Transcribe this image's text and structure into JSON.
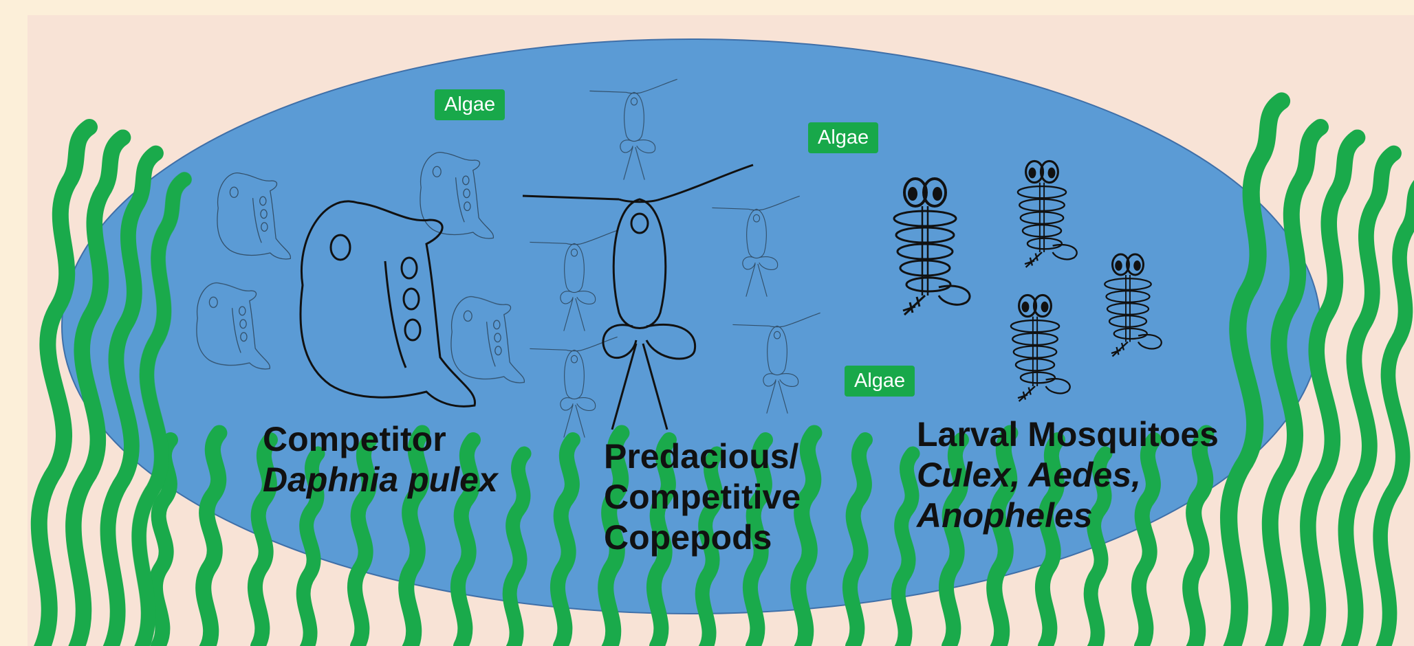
{
  "algae_labels": [
    "Algae",
    "Algae",
    "Algae"
  ],
  "groups": {
    "competitor": {
      "title": "Competitor",
      "species": "Daphnia pulex"
    },
    "copepods": {
      "lines": [
        "Predacious/",
        "Competitive",
        "Copepods"
      ]
    },
    "mosquitoes": {
      "title": "Larval Mosquitoes",
      "species_line1": "Culex, Aedes,",
      "species_line2": "Anopheles"
    }
  },
  "colors": {
    "background": "#fcefd9",
    "inner_panel": "#f8e3d6",
    "pond": "#5b9bd5",
    "pond_edge": "#3f6fa8",
    "plants": "#1aaa4b",
    "algae_tag": "#18a84a"
  }
}
